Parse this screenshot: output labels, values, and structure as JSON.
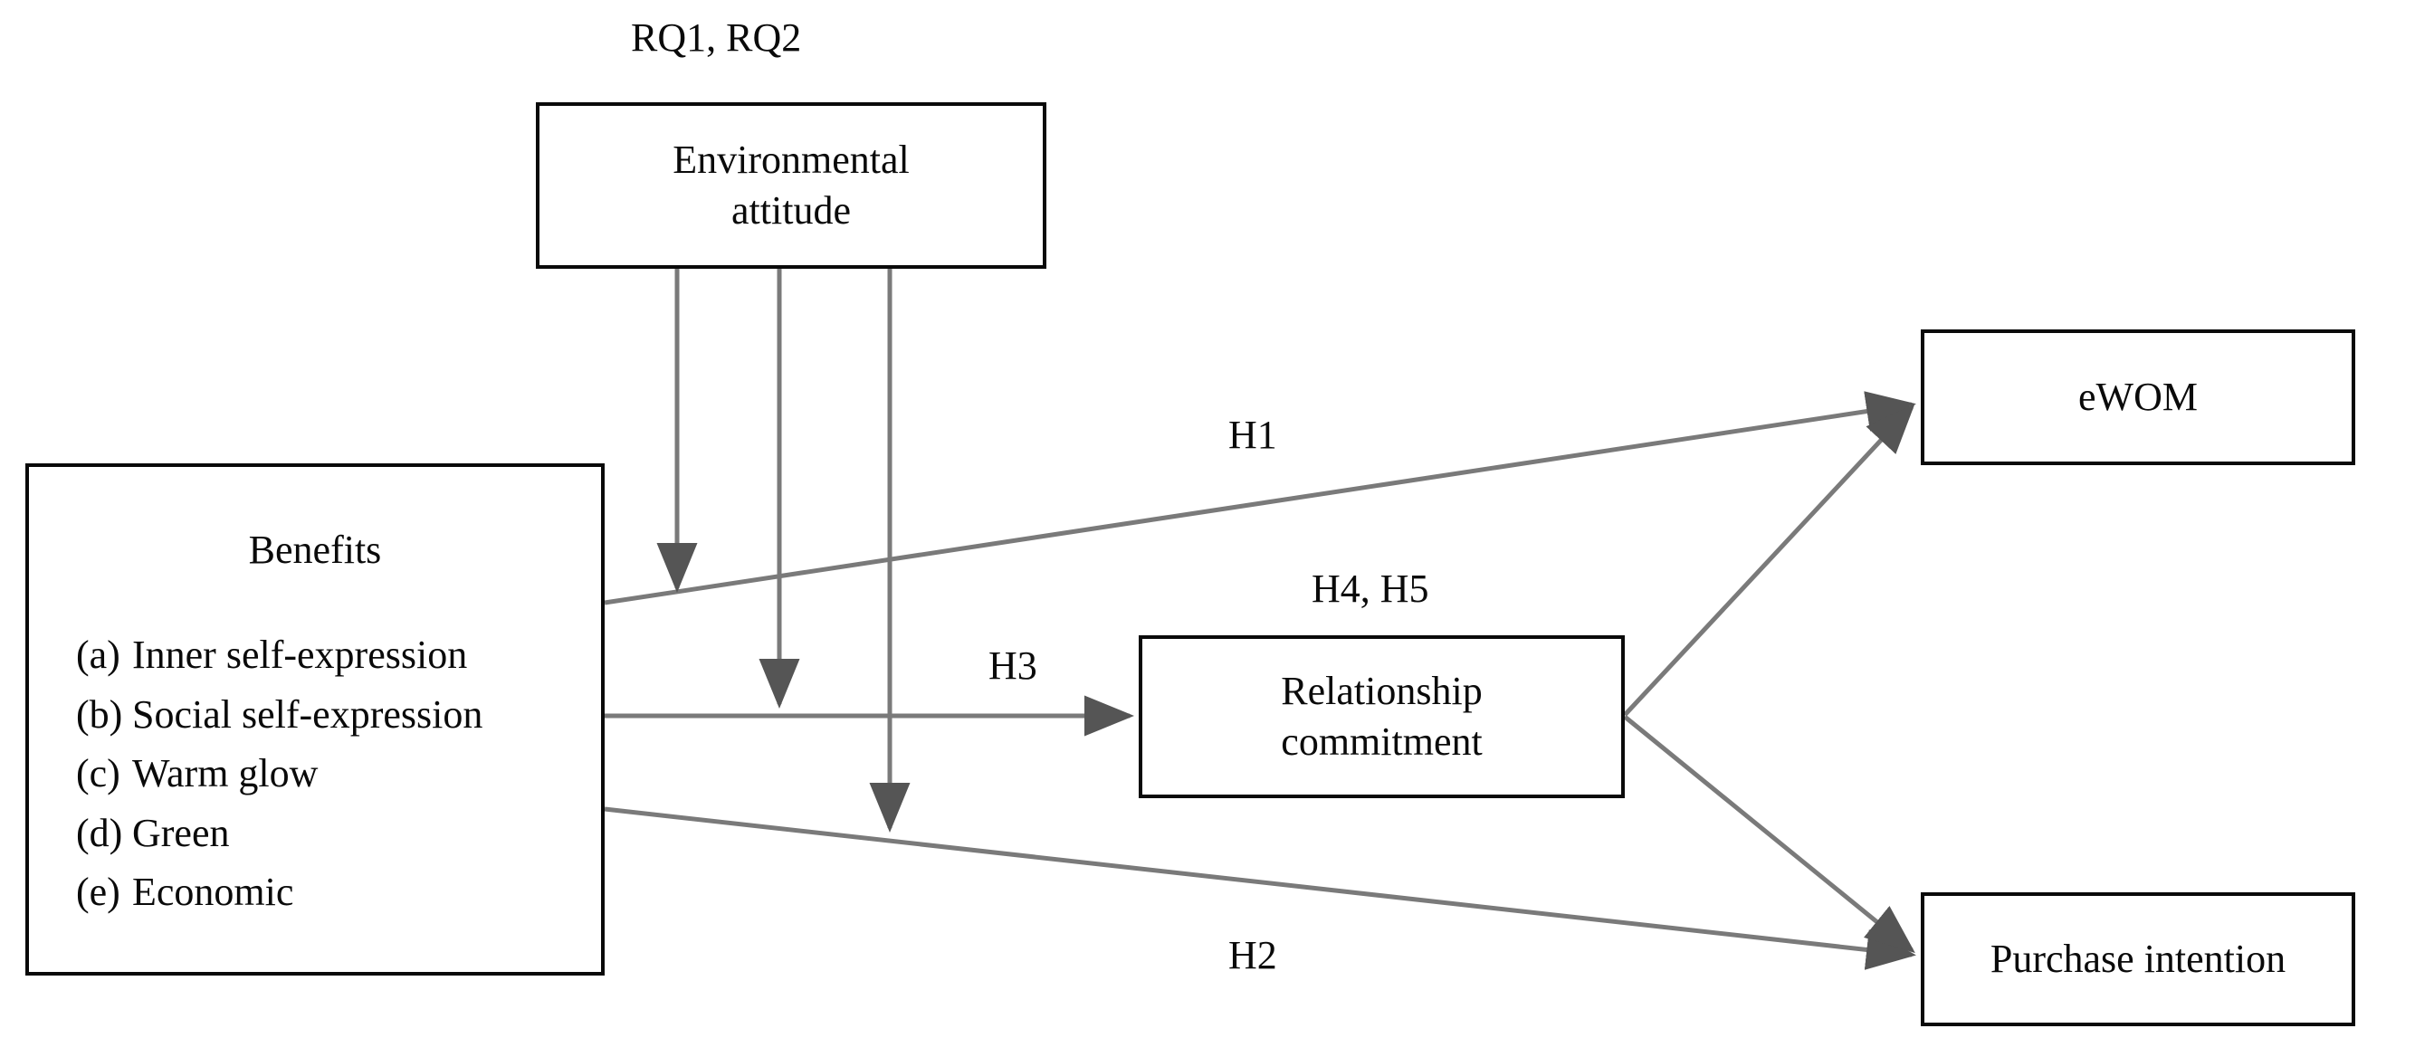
{
  "diagram": {
    "title_label_top": "RQ1, RQ2",
    "nodes": {
      "environmental_attitude": {
        "label": "Environmental\nattitude"
      },
      "benefits": {
        "heading": "Benefits",
        "items": [
          {
            "marker": "(a)",
            "text": "Inner self-expression"
          },
          {
            "marker": "(b)",
            "text": "Social self-expression"
          },
          {
            "marker": "(c)",
            "text": "Warm glow"
          },
          {
            "marker": "(d)",
            "text": "Green"
          },
          {
            "marker": "(e)",
            "text": "Economic"
          }
        ]
      },
      "relationship_commitment": {
        "label": "Relationship\ncommitment"
      },
      "ewom": {
        "label": "eWOM"
      },
      "purchase_intention": {
        "label": "Purchase intention"
      }
    },
    "edge_labels": {
      "h1": "H1",
      "h2": "H2",
      "h3": "H3",
      "h4_h5": "H4, H5",
      "rq1_rq2": "RQ1, RQ2"
    },
    "colors": {
      "box_border": "#0a0a0a",
      "edge_line": "#7a7a7a",
      "text": "#0a0a0a",
      "background": "#ffffff"
    },
    "edges": [
      {
        "name": "benefits-to-ewom",
        "label": "H1",
        "from": "benefits",
        "to": "ewom",
        "arrow": true
      },
      {
        "name": "benefits-to-relationship-commitment",
        "label": "H3",
        "from": "benefits",
        "to": "relationship_commitment",
        "arrow": true
      },
      {
        "name": "benefits-to-purchase-intention",
        "label": "H2",
        "from": "benefits",
        "to": "purchase_intention",
        "arrow": true
      },
      {
        "name": "relationship-commitment-to-ewom",
        "label": "H4",
        "from": "relationship_commitment",
        "to": "ewom",
        "arrow": true
      },
      {
        "name": "relationship-commitment-to-purchase-intention",
        "label": "H5",
        "from": "relationship_commitment",
        "to": "purchase_intention",
        "arrow": true
      },
      {
        "name": "environmental-attitude-moderator-1",
        "label": "RQ1, RQ2",
        "from": "environmental_attitude",
        "to": "benefits-to-ewom",
        "arrow": true
      },
      {
        "name": "environmental-attitude-moderator-2",
        "label": "RQ1, RQ2",
        "from": "environmental_attitude",
        "to": "benefits-to-relationship-commitment",
        "arrow": true
      },
      {
        "name": "environmental-attitude-moderator-3",
        "label": "RQ1, RQ2",
        "from": "environmental_attitude",
        "to": "benefits-to-purchase-intention",
        "arrow": true
      }
    ]
  }
}
